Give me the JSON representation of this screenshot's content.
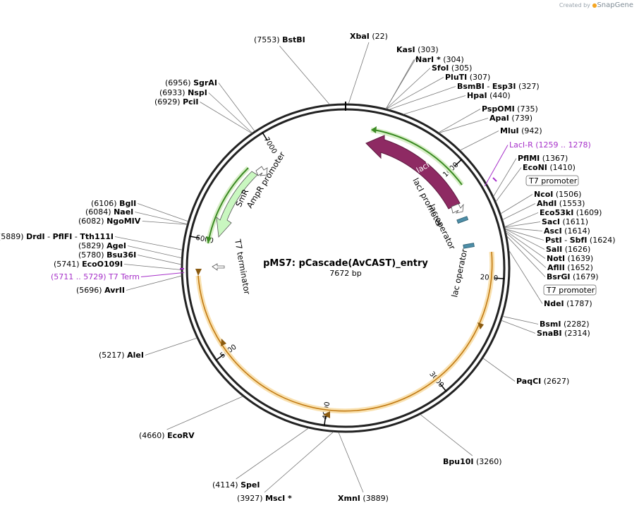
{
  "watermark": {
    "prefix": "Created by",
    "brand": "SnapGene"
  },
  "plasmid": {
    "name": "pMS7: pCascade(AvCAST)_entry",
    "length_label": "7672 bp",
    "length": 7672
  },
  "ticks": [
    "1000",
    "2000",
    "3000",
    "4000",
    "5000",
    "6000",
    "7000"
  ],
  "enzymes": [
    {
      "name": "XbaI",
      "pos": "(22)"
    },
    {
      "name": "KasI",
      "pos": "(303)"
    },
    {
      "name": "NarI *",
      "pos": "(304)"
    },
    {
      "name": "SfoI",
      "pos": "(305)"
    },
    {
      "name": "PluTI",
      "pos": "(307)"
    },
    {
      "name": "BsmBI",
      "name2": "Esp3I",
      "pos": "(327)"
    },
    {
      "name": "HpaI",
      "pos": "(440)"
    },
    {
      "name": "PspOMI",
      "pos": "(735)"
    },
    {
      "name": "ApaI",
      "pos": "(739)"
    },
    {
      "name": "MluI",
      "pos": "(942)"
    },
    {
      "name": "PflMI",
      "pos": "(1367)"
    },
    {
      "name": "EcoNI",
      "pos": "(1410)"
    },
    {
      "name": "NcoI",
      "pos": "(1506)"
    },
    {
      "name": "AhdI",
      "pos": "(1553)"
    },
    {
      "name": "Eco53kI",
      "pos": "(1609)"
    },
    {
      "name": "SacI",
      "pos": "(1611)"
    },
    {
      "name": "AscI",
      "pos": "(1614)"
    },
    {
      "name": "PstI",
      "name2": "SbfI",
      "pos": "(1624)"
    },
    {
      "name": "SalI",
      "pos": "(1626)"
    },
    {
      "name": "NotI",
      "pos": "(1639)"
    },
    {
      "name": "AflII",
      "pos": "(1652)"
    },
    {
      "name": "BsrGI",
      "pos": "(1679)"
    },
    {
      "name": "NdeI",
      "pos": "(1787)"
    },
    {
      "name": "BsmI",
      "pos": "(2282)"
    },
    {
      "name": "SnaBI",
      "pos": "(2314)"
    },
    {
      "name": "PaqCI",
      "pos": "(2627)"
    },
    {
      "name": "Bpu10I",
      "pos": "(3260)"
    },
    {
      "name": "XmnI",
      "pos": "(3889)"
    },
    {
      "name": "MscI *",
      "pos": "(3927)"
    },
    {
      "name": "SpeI",
      "pos": "(4114)"
    },
    {
      "name": "EcoRV",
      "pos": "(4660)"
    },
    {
      "name": "AleI",
      "pos": "(5217)"
    },
    {
      "name": "AvrII",
      "pos": "(5696)"
    },
    {
      "name": "EcoO109I",
      "pos": "(5741)"
    },
    {
      "name": "Bsu36I",
      "pos": "(5780)"
    },
    {
      "name": "AgeI",
      "pos": "(5829)"
    },
    {
      "name": "DrdI",
      "name2": "PflFI",
      "name3": "Tth111I",
      "pos": "(5889)"
    },
    {
      "name": "NgoMIV",
      "pos": "(6082)"
    },
    {
      "name": "NaeI",
      "pos": "(6084)"
    },
    {
      "name": "BglI",
      "pos": "(6106)"
    },
    {
      "name": "PciI",
      "pos": "(6929)"
    },
    {
      "name": "NspI",
      "pos": "(6933)"
    },
    {
      "name": "SgrAI",
      "pos": "(6956)"
    },
    {
      "name": "BstBI",
      "pos": "(7553)"
    }
  ],
  "primers": [
    {
      "name": "LacI-R",
      "pos": "(1259 .. 1278)"
    },
    {
      "name": "T7 Term",
      "pos": "(5711 .. 5729)"
    }
  ],
  "boxed_labels": [
    "T7 promoter",
    "T7 promoter"
  ],
  "features": {
    "lacI": "lacI",
    "lacI_promoter": "lacI promoter",
    "lac_operator_1": "lac operator",
    "lac_operator_2": "lac operator",
    "smR": "SmR",
    "ampR_promoter": "AmpR promoter",
    "t7_terminator": "T7 terminator"
  },
  "colors": {
    "lacI": "#8e2a63",
    "orange_feature": "#f2a520",
    "green_feature": "#4aa02c",
    "smR": "#c9f7c0",
    "primer": "#a630c9",
    "operator": "#4d8ea8"
  }
}
